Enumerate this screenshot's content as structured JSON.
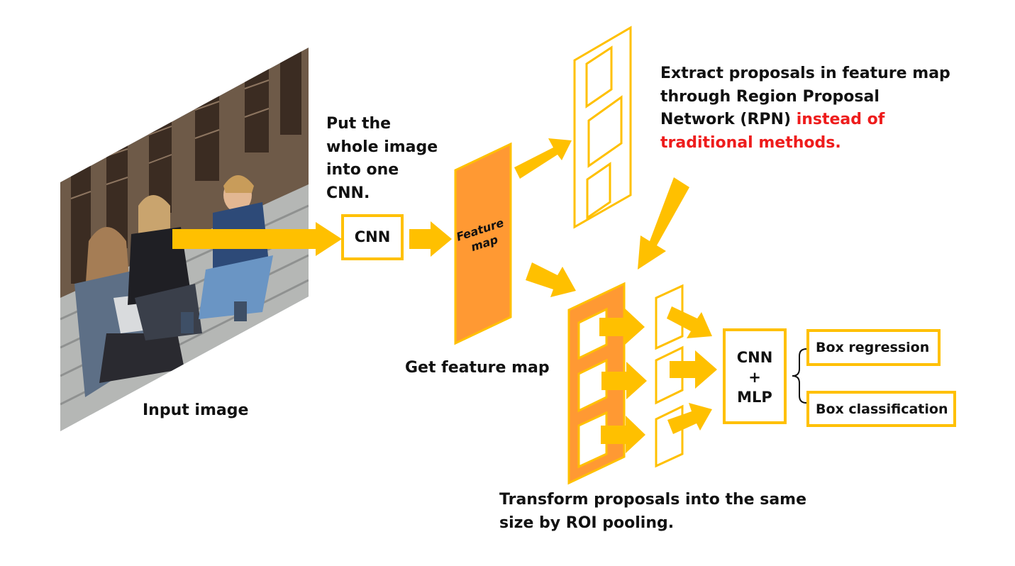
{
  "labels": {
    "put_line1": "Put the",
    "put_line2": "whole image",
    "put_line3": "into one",
    "put_line4": "CNN.",
    "extract_line1": "Extract proposals in feature map",
    "extract_line2": "through Region Proposal",
    "extract_line3": "Network (RPN) ",
    "extract_line3_red": "instead of",
    "extract_line4_red": "traditional methods.",
    "get_feature_map": "Get feature map",
    "input_image": "Input image",
    "transform_line1": "Transform proposals into the same",
    "transform_line2": "size by ROI pooling."
  },
  "boxes": {
    "cnn": "CNN",
    "feature_map_line1": "Feature",
    "feature_map_line2": "map",
    "cnn_mlp_line1": "CNN",
    "cnn_mlp_line2": "+",
    "cnn_mlp_line3": "MLP",
    "box_regression": "Box regression",
    "box_classification": "Box classification"
  },
  "colors": {
    "arrow": "#ffc000",
    "feature_map": "#ff9933",
    "box_border": "#ffc000",
    "highlight_text": "#ee1c1c"
  },
  "icons": {
    "input_photo": "photo-of-three-people-sitting-on-steps"
  }
}
